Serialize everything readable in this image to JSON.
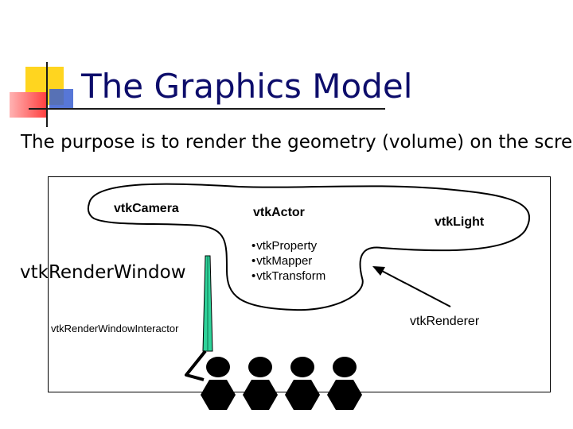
{
  "title": "The Graphics Model",
  "subtitle": "The purpose is to render the geometry (volume) on the screen",
  "labels": {
    "camera": "vtkCamera",
    "actor": "vtkActor",
    "light": "vtkLight",
    "render_window": "vtkRenderWindow",
    "interactor": "vtkRenderWindowInteractor",
    "renderer": "vtkRenderer"
  },
  "actor_components": [
    "vtkProperty",
    "vtkMapper",
    "vtkTransform"
  ],
  "colors": {
    "title": "#0d0d6b",
    "deco_yellow": "#ffd51f",
    "deco_red": "#ff4a4a",
    "deco_blue": "#2f59c8",
    "camera_beam": "#2fd39a",
    "figures": "#000000"
  }
}
